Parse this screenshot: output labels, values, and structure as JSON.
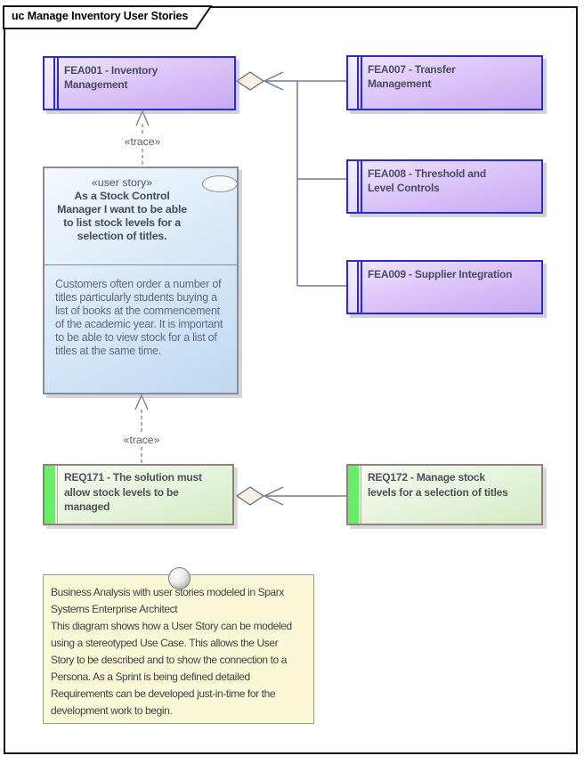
{
  "frame": {
    "label": "uc Manage Inventory User Stories"
  },
  "features": {
    "fea001": {
      "label": "FEA001 - Inventory\nManagement"
    },
    "fea007": {
      "label": "FEA007 - Transfer\nManagement"
    },
    "fea008": {
      "label": "FEA008 - Threshold and\nLevel Controls"
    },
    "fea009": {
      "label": "FEA009 - Supplier Integration"
    }
  },
  "user_story": {
    "stereotype": "«user story»",
    "title": "As a Stock Control\nManager I want to be able\nto list stock levels for a\nselection of titles.",
    "description": "Customers often order a number of\ntitles particularly students buying a\nlist of books at the commencement\nof the academic year. It is important\nto be able to view stock for a list of\ntitles at the same time."
  },
  "requirements": {
    "req171": {
      "label": "REQ171 - The solution must\nallow stock levels to be\nmanaged"
    },
    "req172": {
      "label": "REQ172 - Manage stock\nlevels for a selection of titles"
    }
  },
  "connectors": {
    "trace_top": "«trace»",
    "trace_bottom": "«trace»"
  },
  "note": {
    "text": "Business Analysis with user stories modeled in Sparx\nSystems Enterprise Architect\nThis diagram shows how a User Story can be modeled\nusing a stereotyped Use Case. This allows the User\nStory to be described and to show the connection to a\nPersona. As a Sprint is being defined detailed\nRequirements can be developed just-in-time for the\ndevelopment work to begin."
  },
  "colors": {
    "feature_border": "#2b2bd0",
    "feature_fill_top": "#f0e6fc",
    "feature_fill_bottom": "#c9aaf3",
    "story_fill_top": "#f4f9fe",
    "story_fill_bottom": "#bfd9f2",
    "requirement_stripe": "#67ef67",
    "requirement_fill_top": "#f8fcf5",
    "requirement_fill_bottom": "#d5ebc6",
    "note_fill": "#fbf8d7",
    "connector": "#6d7b96",
    "frame_border": "#161616"
  }
}
